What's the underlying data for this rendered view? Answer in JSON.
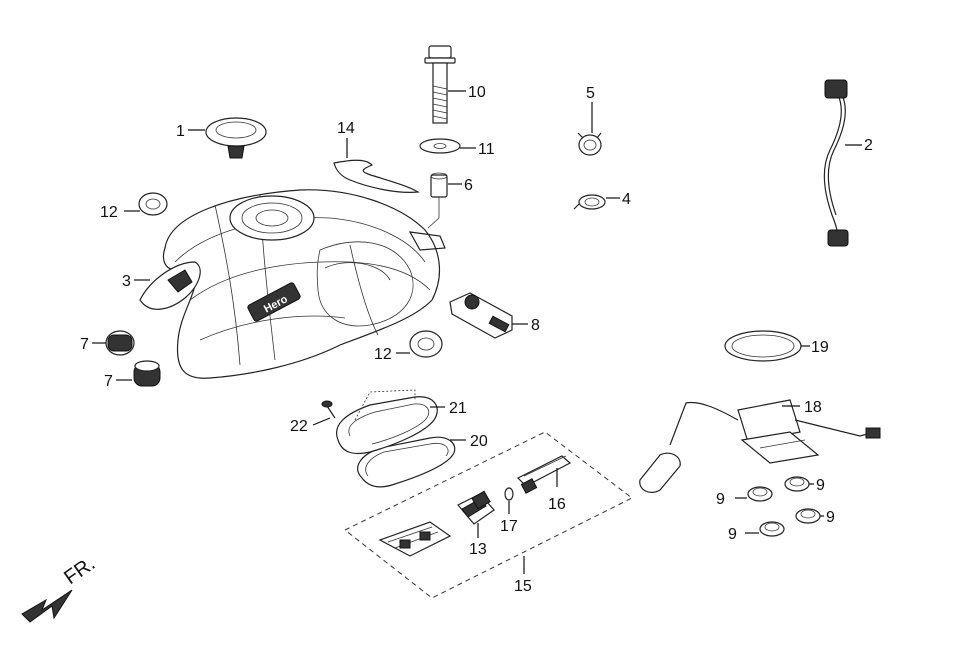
{
  "diagram": {
    "direction_label": "FR.",
    "callouts": {
      "p1": "1",
      "p2": "2",
      "p3": "3",
      "p4": "4",
      "p5": "5",
      "p6": "6",
      "p7a": "7",
      "p7b": "7",
      "p8": "8",
      "p9a": "9",
      "p9b": "9",
      "p9c": "9",
      "p9d": "9",
      "p10": "10",
      "p11": "11",
      "p12a": "12",
      "p12b": "12",
      "p13": "13",
      "p14": "14",
      "p15": "15",
      "p16": "16",
      "p17": "17",
      "p18": "18",
      "p19": "19",
      "p20": "20",
      "p21": "21",
      "p22": "22"
    },
    "logo_text": "Hero"
  }
}
